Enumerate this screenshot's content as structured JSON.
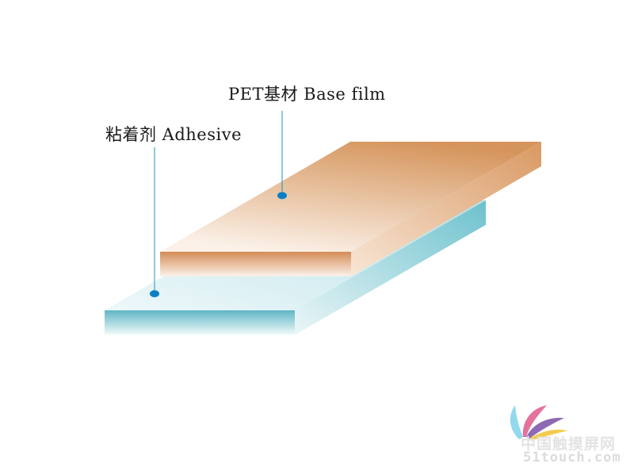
{
  "diagram": {
    "labels": {
      "base_film": "PET基材 Base film",
      "adhesive": "粘着剂 Adhesive"
    },
    "layers": [
      {
        "name": "PET base film",
        "color_top": "#d8975f",
        "color_bottom": "#f8ece2"
      },
      {
        "name": "Adhesive",
        "color_top": "#6fbfcb",
        "color_bottom": "#e8f6f8"
      }
    ],
    "colors": {
      "leader_line": "#1a96b8",
      "marker_dot": "#0b7fc4"
    }
  },
  "watermark": {
    "site_name": "中国触摸屏网",
    "url": "51touch.com"
  }
}
